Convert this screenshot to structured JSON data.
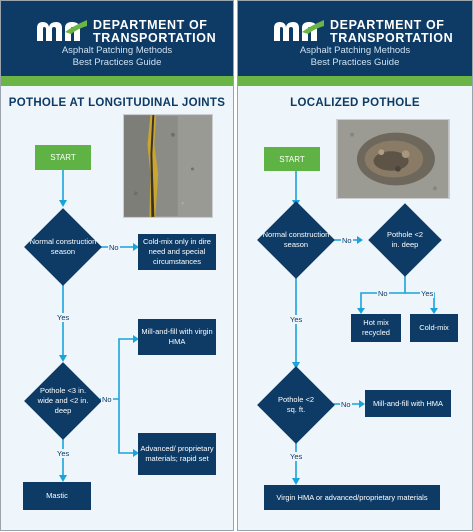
{
  "header": {
    "org_line1": "DEPARTMENT OF",
    "org_line2": "TRANSPORTATION",
    "subtitle_line1": "Asphalt Patching Methods",
    "subtitle_line2": "Best Practices Guide"
  },
  "left_panel": {
    "title": "POTHOLE AT LONGITUDINAL JOINTS",
    "start": "START",
    "decision1": "Normal construction season",
    "no1": "No",
    "outcome_cold_mix": "Cold-mix only in dire need and special circumstances",
    "yes1": "Yes",
    "decision2": "Pothole <3 in. wide and <2 in. deep",
    "no2": "No",
    "outcome_mill": "Mill-and-fill with virgin HMA",
    "outcome_advanced": "Advanced/ proprietary materials; rapid set",
    "yes2": "Yes",
    "outcome_mastic": "Mastic"
  },
  "right_panel": {
    "title": "LOCALIZED POTHOLE",
    "start": "START",
    "decision1": "Normal construction season",
    "no1": "No",
    "decision_depth": "Pothole <2 in. deep",
    "no_depth": "No",
    "yes_depth": "Yes",
    "outcome_hot_mix": "Hot mix recycled",
    "outcome_cold_mix": "Cold-mix",
    "yes1": "Yes",
    "decision2": "Pothole <2 sq. ft.",
    "no2": "No",
    "outcome_mill": "Mill-and-fill with HMA",
    "yes2": "Yes",
    "outcome_virgin": "Virgin HMA or advanced/proprietary materials"
  }
}
